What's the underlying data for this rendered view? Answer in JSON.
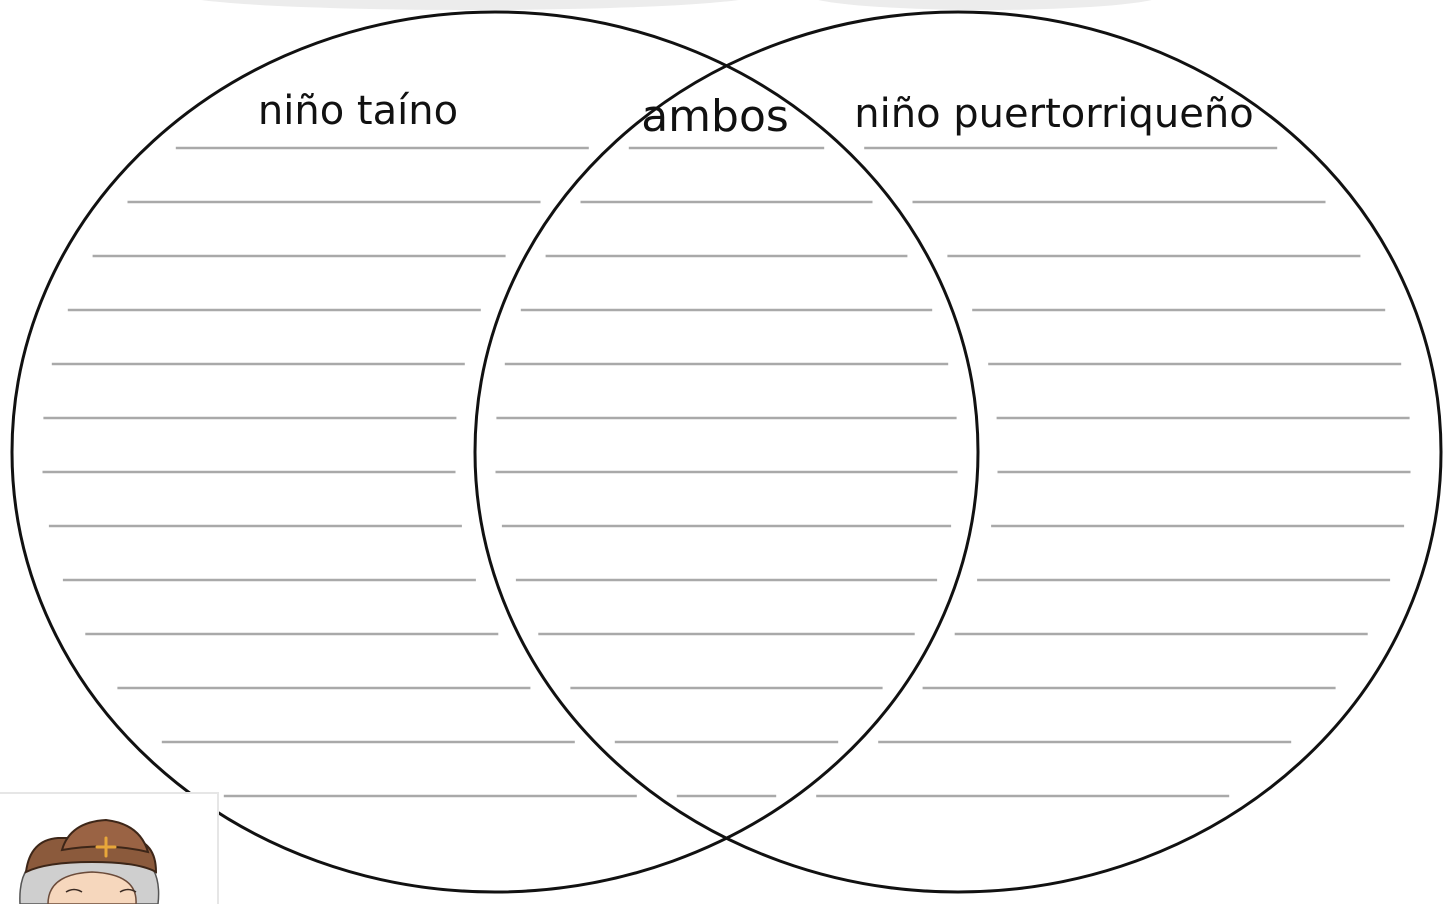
{
  "diagram": {
    "type": "venn",
    "labels": {
      "left": "niño taíno",
      "center": "ambos",
      "right": "niño puertorriqueño"
    },
    "colors": {
      "outline": "#111111",
      "writing_lines": "#a9a9a9",
      "hat": "#8b5a3c",
      "cross": "#e8a73a"
    }
  },
  "illustration": {
    "name": "cartoon explorer with hat",
    "icon": "explorer-hat-icon"
  }
}
